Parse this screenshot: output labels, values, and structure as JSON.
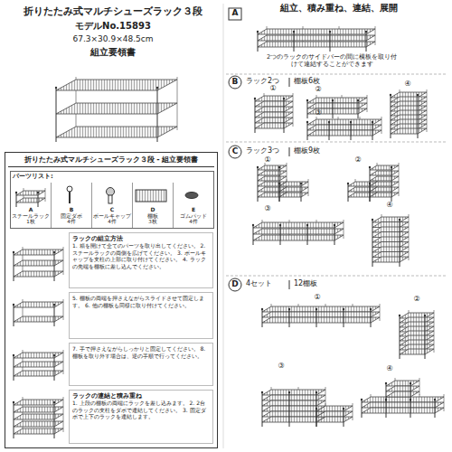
{
  "diagram": {
    "nodes": [
      {
        "text": [
          "折りたたみ式マルチシューズラック３段 - 組立要領書"
        ]
      },
      {
        "text": [
          "パーツリスト:"
        ],
        "in": 0
      },
      {
        "text": [
          "A",
          "スチールラック",
          "1枚"
        ],
        "in": 1
      },
      {
        "text": [
          "B",
          "固定ダボ",
          "4件"
        ],
        "in": 1
      },
      {
        "text": [
          "C",
          "ボールキャップ",
          "4件"
        ],
        "in": 1
      },
      {
        "text": [
          "D",
          "棚板",
          "3枚"
        ],
        "in": 1
      },
      {
        "text": [
          "E",
          "ゴムパッド",
          "4件"
        ],
        "in": 1
      },
      {
        "text": [
          "ラックの組立方法",
          "1. 箱を開けて全てのパーツを取り出してください。 2. スチールラックの両側を広げてください。 3. ボールキャップを支柱の上部に取り付けてください。 4. ラックの先端を棚板に差し込んでください。"
        ],
        "in": 0
      },
      {
        "text": [
          "5. 棚板の両端を押さえながらスライドさせて固定します。 6. 他の棚板も同様に取り付けてください。"
        ],
        "in": 0
      },
      {
        "text": [
          "7. 手で押さえながらしっかりと固定してください。 8. 棚板を取り外す場合は、逆の手順で行ってください。"
        ],
        "in": 0
      },
      {
        "text": [
          "ラックの連結と積み重ね",
          "1. 上段の棚板の両端にラックを差し込みます。 2. 2台のラックの支柱をダボで連結してください。 3. 固定ダボで上下のラックを連結します。"
        ],
        "in": 0
      }
    ],
    "labels": [
      "折りたたみ式マルチシューズラック３段",
      "モデルNo.15893",
      "67.3×30.9×48.5cm",
      "組立要領書",
      "組立、積み重ね、連結、展開",
      "A",
      "2つのラックのサイドバーの間に横板を取り付けて連結することができます",
      "B",
      "ラック2つ",
      "棚板6枚",
      "①",
      "②",
      "③",
      "④",
      "C",
      "ラック3つ",
      "棚板9枚",
      "①",
      "②",
      "③",
      "④",
      "D",
      "4セット",
      "12棚板",
      "①",
      "②",
      "③",
      "④"
    ]
  }
}
